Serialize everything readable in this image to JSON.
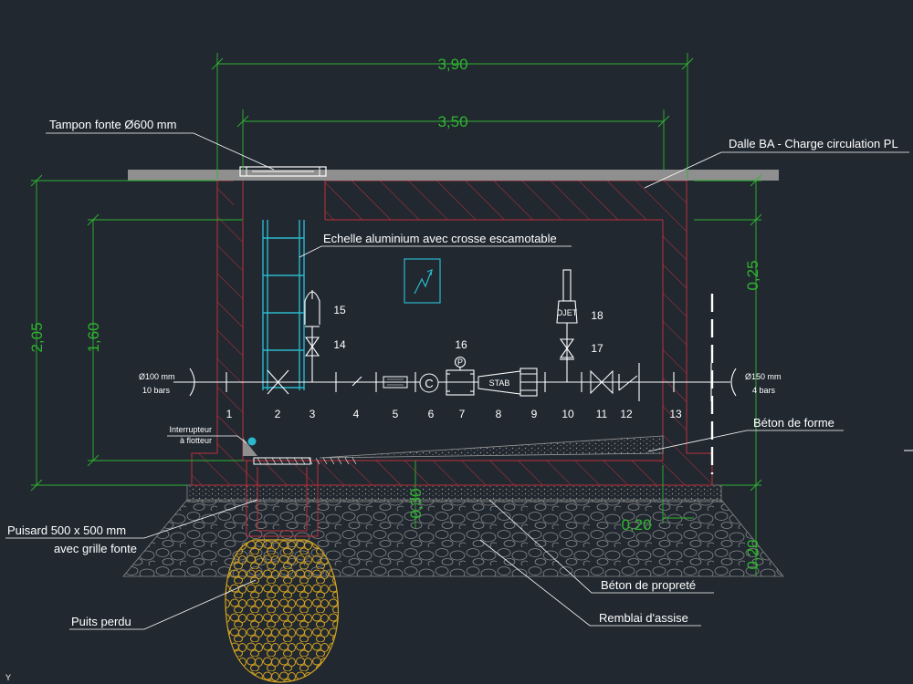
{
  "labels": {
    "tampon": "Tampon fonte Ø600 mm",
    "dalle": "Dalle BA - Charge circulation PL",
    "echelle": "Echelle aluminium avec crosse escamotable",
    "interrupteur_line1": "Interrupteur",
    "interrupteur_line2": "à flotteur",
    "beton_forme": "Béton de forme",
    "puisard_line1": "Puisard 500 x 500 mm",
    "puisard_line2": "avec grille fonte",
    "puits": "Puits perdu",
    "beton_proprete": "Béton de propreté",
    "remblai": "Remblai d'assise",
    "inlet_diam": "Ø100 mm",
    "inlet_pressure": "10 bars",
    "outlet_diam": "Ø150 mm",
    "outlet_pressure": "4 bars",
    "djet": "DJET",
    "stab": "STAB",
    "c_symbol": "C",
    "p_symbol": "P"
  },
  "dimensions": {
    "outer_width": "3,90",
    "inner_width": "3,50",
    "outer_height": "2,05",
    "inner_height": "1,60",
    "slab_thickness": "0,25",
    "floor_thickness": "0,30",
    "wall_thickness": "0,20",
    "base_thickness": "0,20"
  },
  "items": [
    "1",
    "2",
    "3",
    "4",
    "5",
    "6",
    "7",
    "8",
    "9",
    "10",
    "11",
    "12",
    "13",
    "14",
    "15",
    "16",
    "17",
    "18"
  ],
  "axis_glyph": "Y",
  "colors": {
    "background": "#212830",
    "dimension": "#2fb52f",
    "structure": "#c0303a",
    "equipment": "#2ab8cc",
    "soakaway": "#d6a520",
    "slab": "#8f8f8f"
  }
}
